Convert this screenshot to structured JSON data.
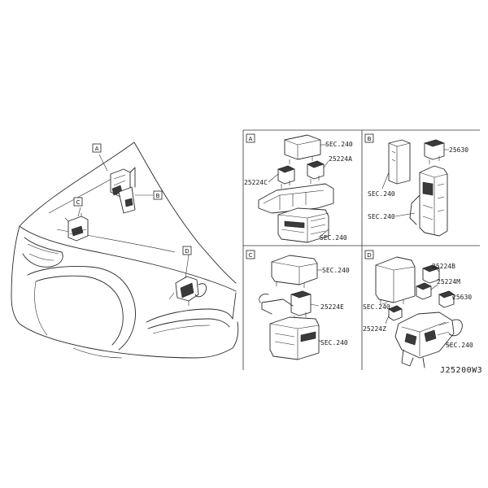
{
  "callouts": {
    "A": "A",
    "B": "B",
    "C": "C",
    "D": "D"
  },
  "panels": {
    "A": {
      "letter": "A",
      "labels": {
        "sec1": "SEC.240",
        "p25224A": "25224A",
        "p25224C": "25224C",
        "sec2": "SEC.240"
      }
    },
    "B": {
      "letter": "B",
      "labels": {
        "p25630": "25630",
        "sec1": "SEC.240",
        "sec2": "SEC.240"
      }
    },
    "C": {
      "letter": "C",
      "labels": {
        "sec1": "SEC.240",
        "p25224E": "25224E",
        "sec2": "SEC.240"
      }
    },
    "D": {
      "letter": "D",
      "labels": {
        "p25224B": "25224B",
        "p25224M": "25224M",
        "p25630": "25630",
        "sec1": "SEC.240",
        "p25224Z": "25224Z",
        "sec2": "SEC.240"
      }
    }
  },
  "diagram_code": "J25200W3"
}
